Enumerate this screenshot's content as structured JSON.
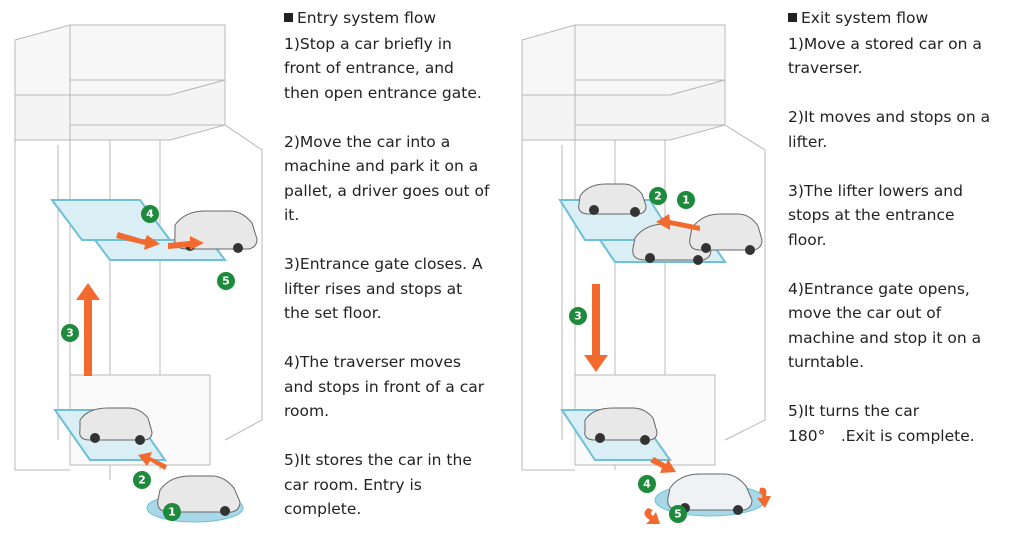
{
  "entry": {
    "heading": "Entry system flow",
    "steps": [
      "1)Stop a car briefly in\nfront of entrance, and\nthen open entrance gate.",
      "2)Move the car into a\nmachine and park it on a\npallet, a driver goes out of\nit.",
      "3)Entrance gate closes. A\nlifter rises and stops at\nthe set floor.",
      "4)The traverser moves\nand stops in front of a car\nroom.",
      "5)It stores the car in the\ncar room. Entry is\ncomplete."
    ],
    "badges": [
      "1",
      "2",
      "3",
      "4",
      "5"
    ]
  },
  "exit": {
    "heading": "Exit system flow",
    "steps": [
      "1)Move a stored car on a\ntraverser.",
      "2)It moves and stops on a\nlifter.",
      "3)The lifter lowers and\nstops at the entrance\nfloor.",
      "4)Entrance gate opens,\nmove the car out of\nmachine and stop it on a\nturntable.",
      "5)It turns the car\n180°　.Exit is complete."
    ],
    "badges": [
      "1",
      "2",
      "3",
      "4",
      "5"
    ]
  },
  "colors": {
    "arrow": "#f26a2e",
    "badge": "#1e8a3b",
    "frame": "#6dc0d8",
    "building_line": "#b8b8b8",
    "turntable": "#a8d8e8"
  }
}
